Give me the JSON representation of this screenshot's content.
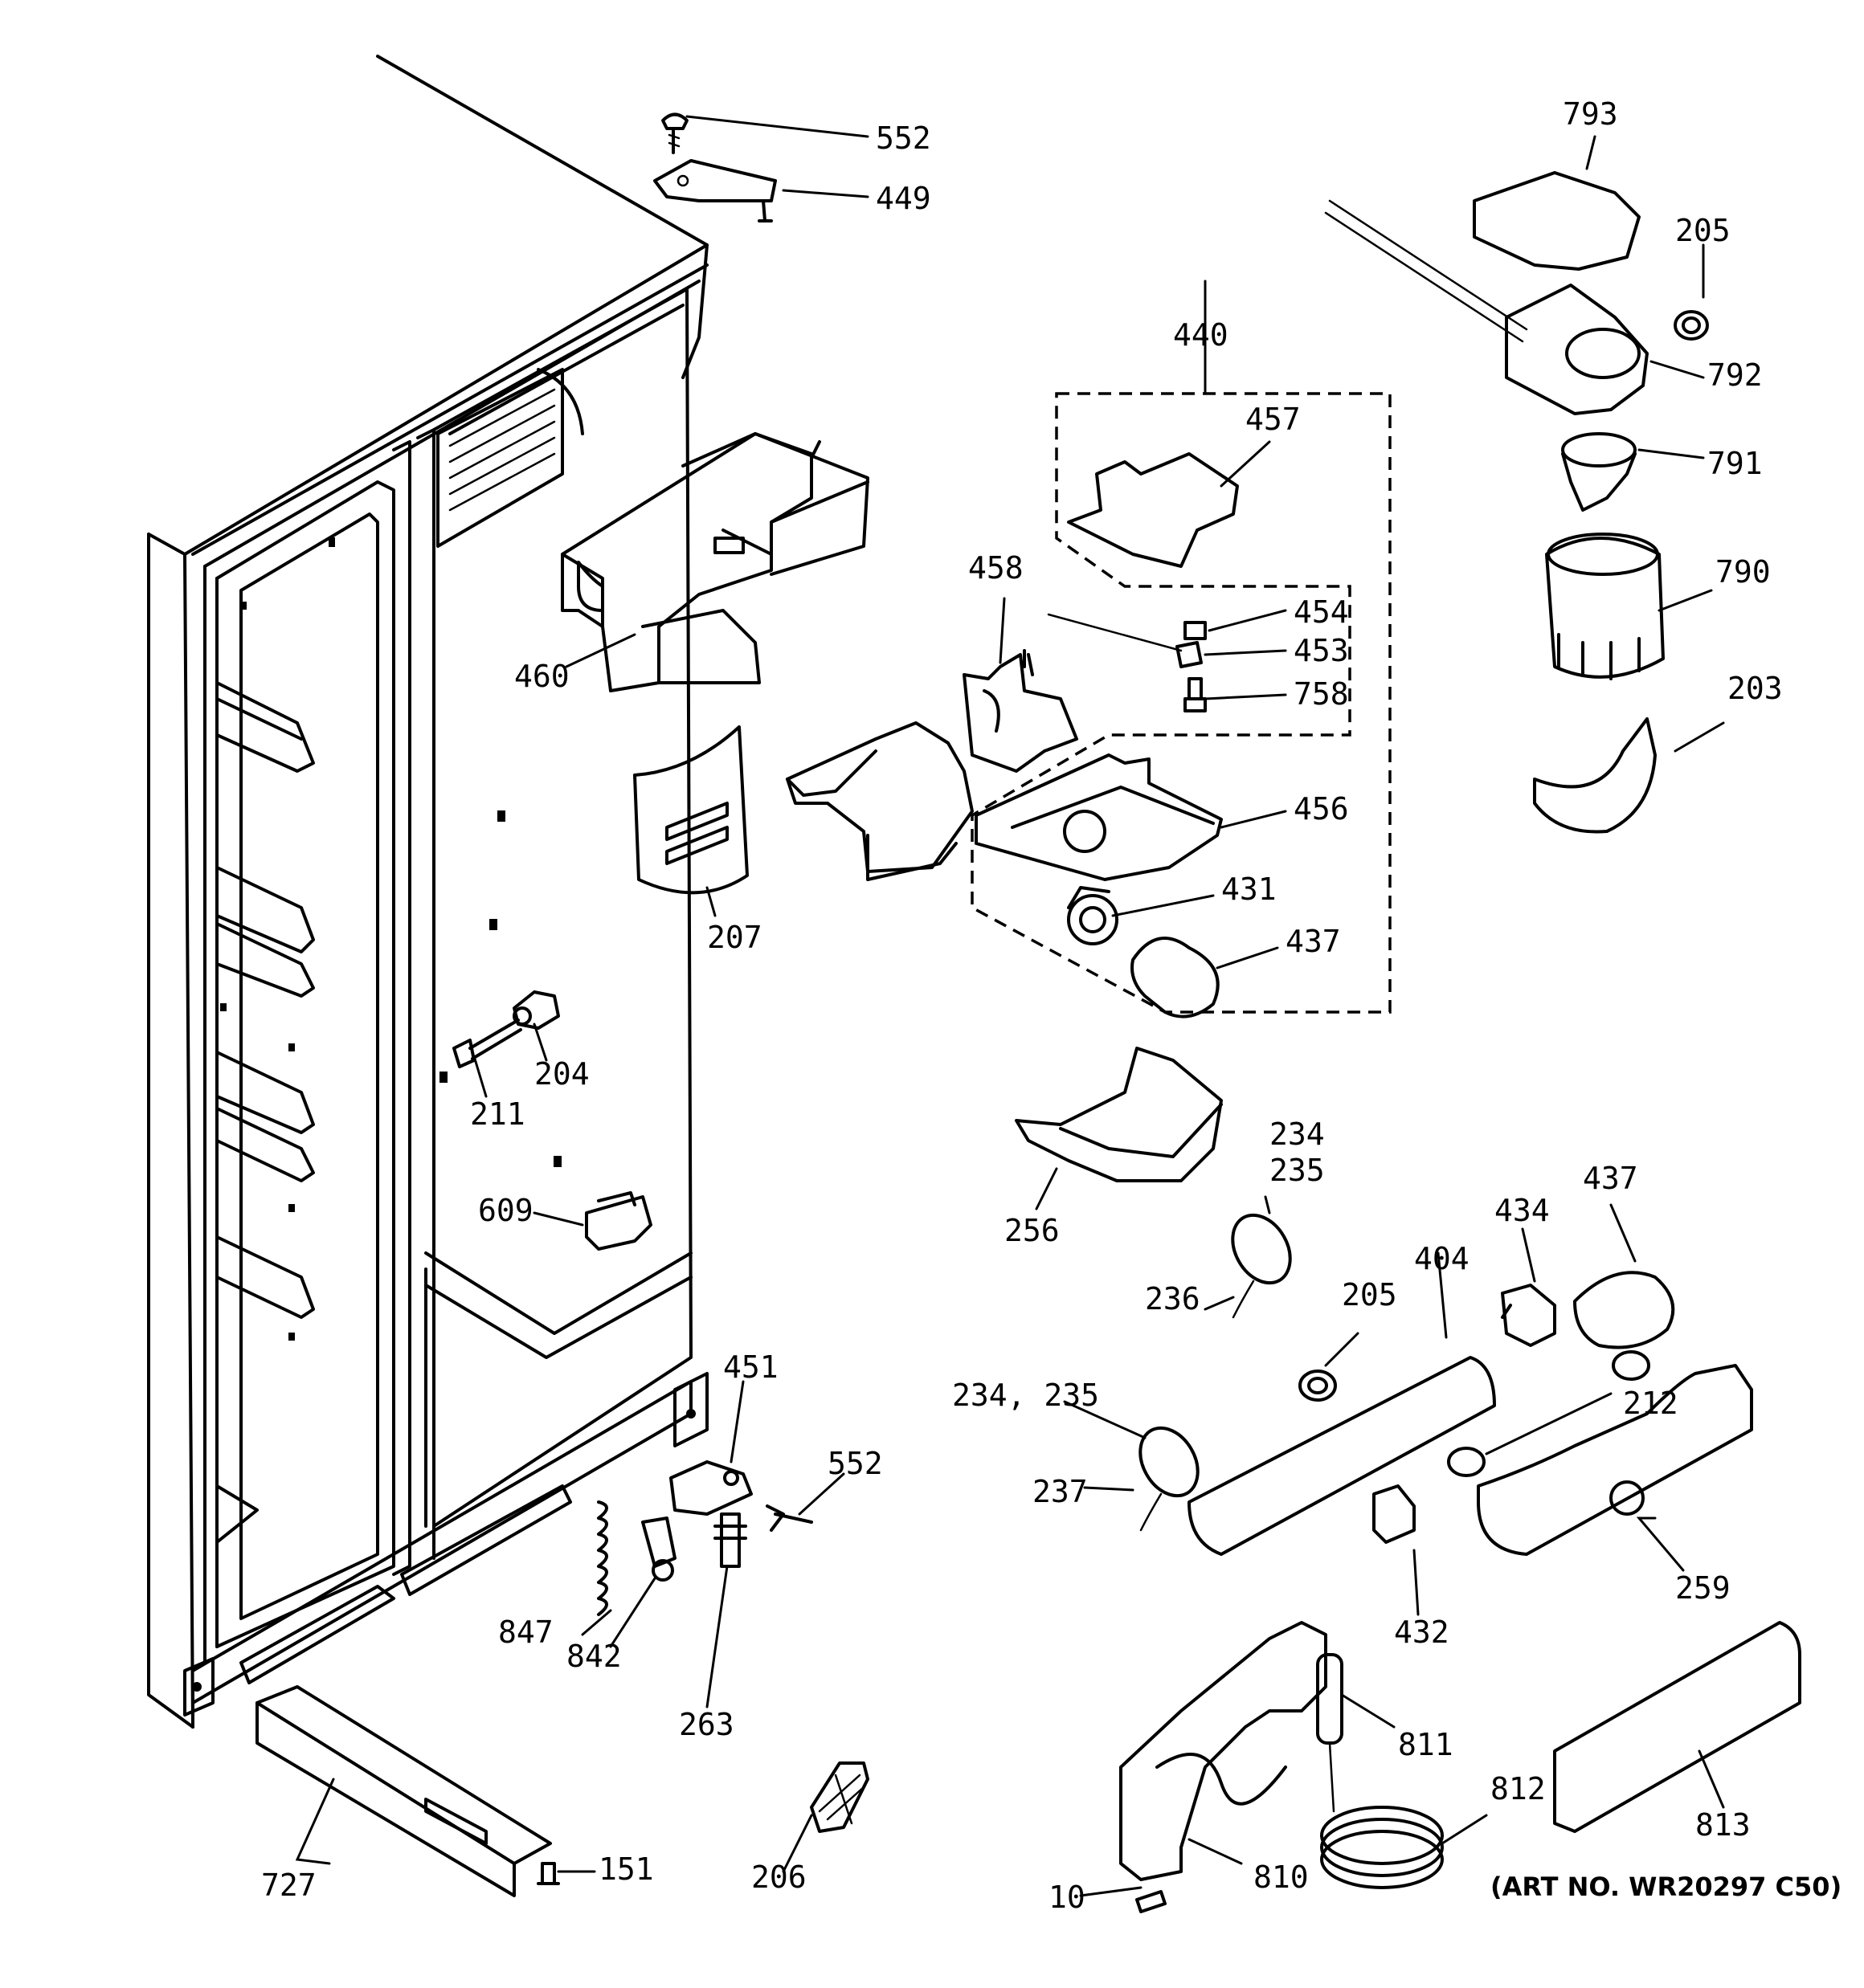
{
  "labels": {
    "l552a": "552",
    "l449": "449",
    "l793": "793",
    "l205a": "205",
    "l440": "440",
    "l457": "457",
    "l792": "792",
    "l791": "791",
    "l790": "790",
    "l458": "458",
    "l454": "454",
    "l453": "453",
    "l758": "758",
    "l460": "460",
    "l203": "203",
    "l456": "456",
    "l431": "431",
    "l437a": "437",
    "l207": "207",
    "l204": "204",
    "l211": "211",
    "l234a": "234",
    "l235a": "235",
    "l609": "609",
    "l256": "256",
    "l437b": "437",
    "l434": "434",
    "l404": "404",
    "l205b": "205",
    "l236": "236",
    "l451": "451",
    "l234b": "234, 235",
    "l212": "212",
    "l552b": "552",
    "l237": "237",
    "l847": "847",
    "l842": "842",
    "l259": "259",
    "l432": "432",
    "l263": "263",
    "l811": "811",
    "l812": "812",
    "l813": "813",
    "l727": "727",
    "l151": "151",
    "l206": "206",
    "l10": "10",
    "l810": "810"
  },
  "art_number": "(ART NO. WR20297 C50)"
}
